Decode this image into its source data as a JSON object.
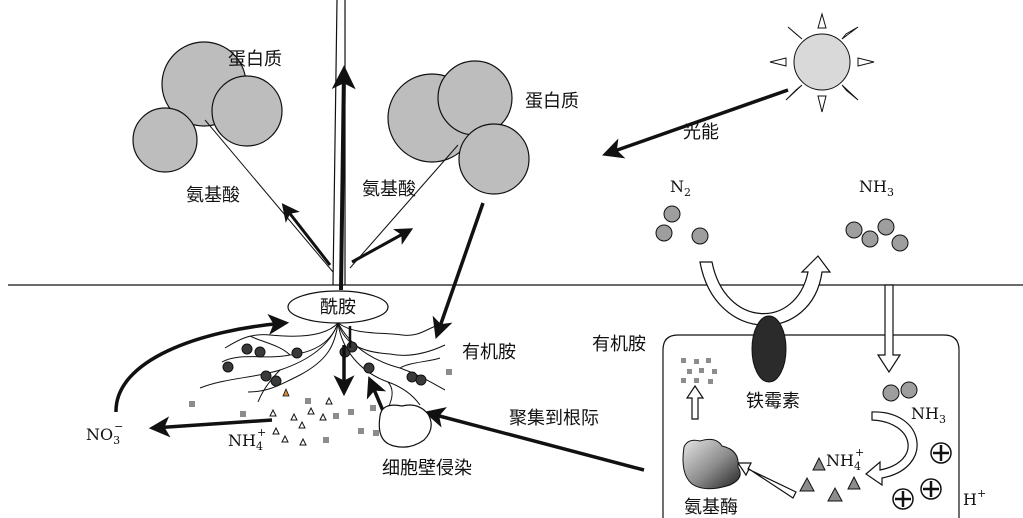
{
  "labels": {
    "protein_left": "蛋白质",
    "protein_right": "蛋白质",
    "amino_left": "氨基酸",
    "amino_right": "氨基酸",
    "amide": "酰胺",
    "organic_amine_root": "有机胺",
    "organic_amine_cell": "有机胺",
    "light_energy": "光能",
    "n2": "N",
    "n2_sub": "2",
    "nh3_top": "NH",
    "nh3_top_sub": "3",
    "nh3_cell": "NH",
    "nh3_cell_sub": "3",
    "nh4_cell": "NH",
    "nh4_cell_sub": "4",
    "nh4_cell_sup": "+",
    "nh4_root": "NH",
    "nh4_root_sub": "4",
    "nh4_root_sup": "+",
    "no3": "NO",
    "no3_sub": "3",
    "no3_sup": "−",
    "h_plus": "H",
    "h_plus_sup": "+",
    "siderophore": "铁霉素",
    "aminase": "氨基酶",
    "gather_to_root": "聚集到根际",
    "cell_wall_infection": "细胞壁侵染"
  },
  "colors": {
    "gray_fill": "#bdbdbd",
    "dark_fill": "#3a3a3a",
    "stroke": "#111111",
    "square_fill": "#8c8c8c",
    "orange_tri": "#d48a3a"
  }
}
